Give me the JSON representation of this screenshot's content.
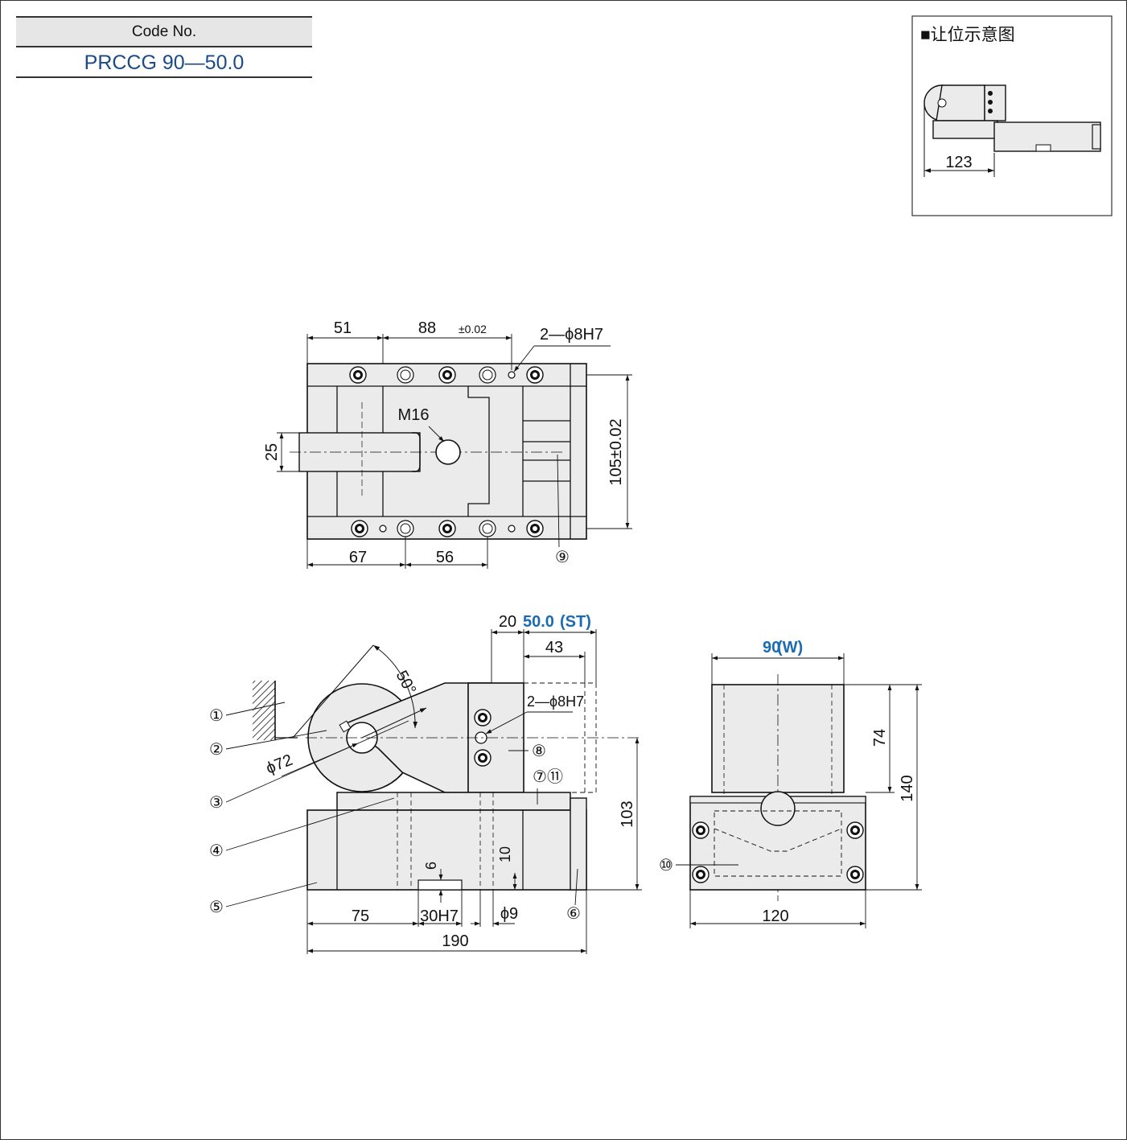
{
  "code_box": {
    "header": "Code No.",
    "value": "PRCCG 90—50.0"
  },
  "inset": {
    "title": "■让位示意图",
    "dim": "123"
  },
  "top_view": {
    "dim_51": "51",
    "dim_88": "88",
    "dim_88_tol": "±0.02",
    "holes_top": "2—ϕ8H7",
    "m16": "M16",
    "dim_25": "25",
    "dim_105": "105±0.02",
    "dim_67": "67",
    "dim_56": "56",
    "callout_9": "⑨"
  },
  "side_view": {
    "dim_20": "20",
    "stroke_value": "50.0",
    "stroke_suffix": "(ST)",
    "dim_43": "43",
    "holes": "2—ϕ8H7",
    "angle": "50°",
    "dia_72": "ϕ72",
    "dim_103": "103",
    "dim_10": "10",
    "dim_6": "6",
    "dim_75": "75",
    "dim_30h7": "30H7",
    "dia_9": "ϕ9",
    "dim_190": "190",
    "callouts": [
      "①",
      "②",
      "③",
      "④",
      "⑤",
      "⑥",
      "⑦⑪",
      "⑧"
    ]
  },
  "front_view": {
    "width_value": "90",
    "width_suffix": "(W)",
    "dim_74": "74",
    "dim_140": "140",
    "dim_120": "120",
    "callout_10": "⑩"
  },
  "colors": {
    "accent": "#1a6bb5",
    "line": "#111111",
    "fill": "#ebebeb"
  }
}
